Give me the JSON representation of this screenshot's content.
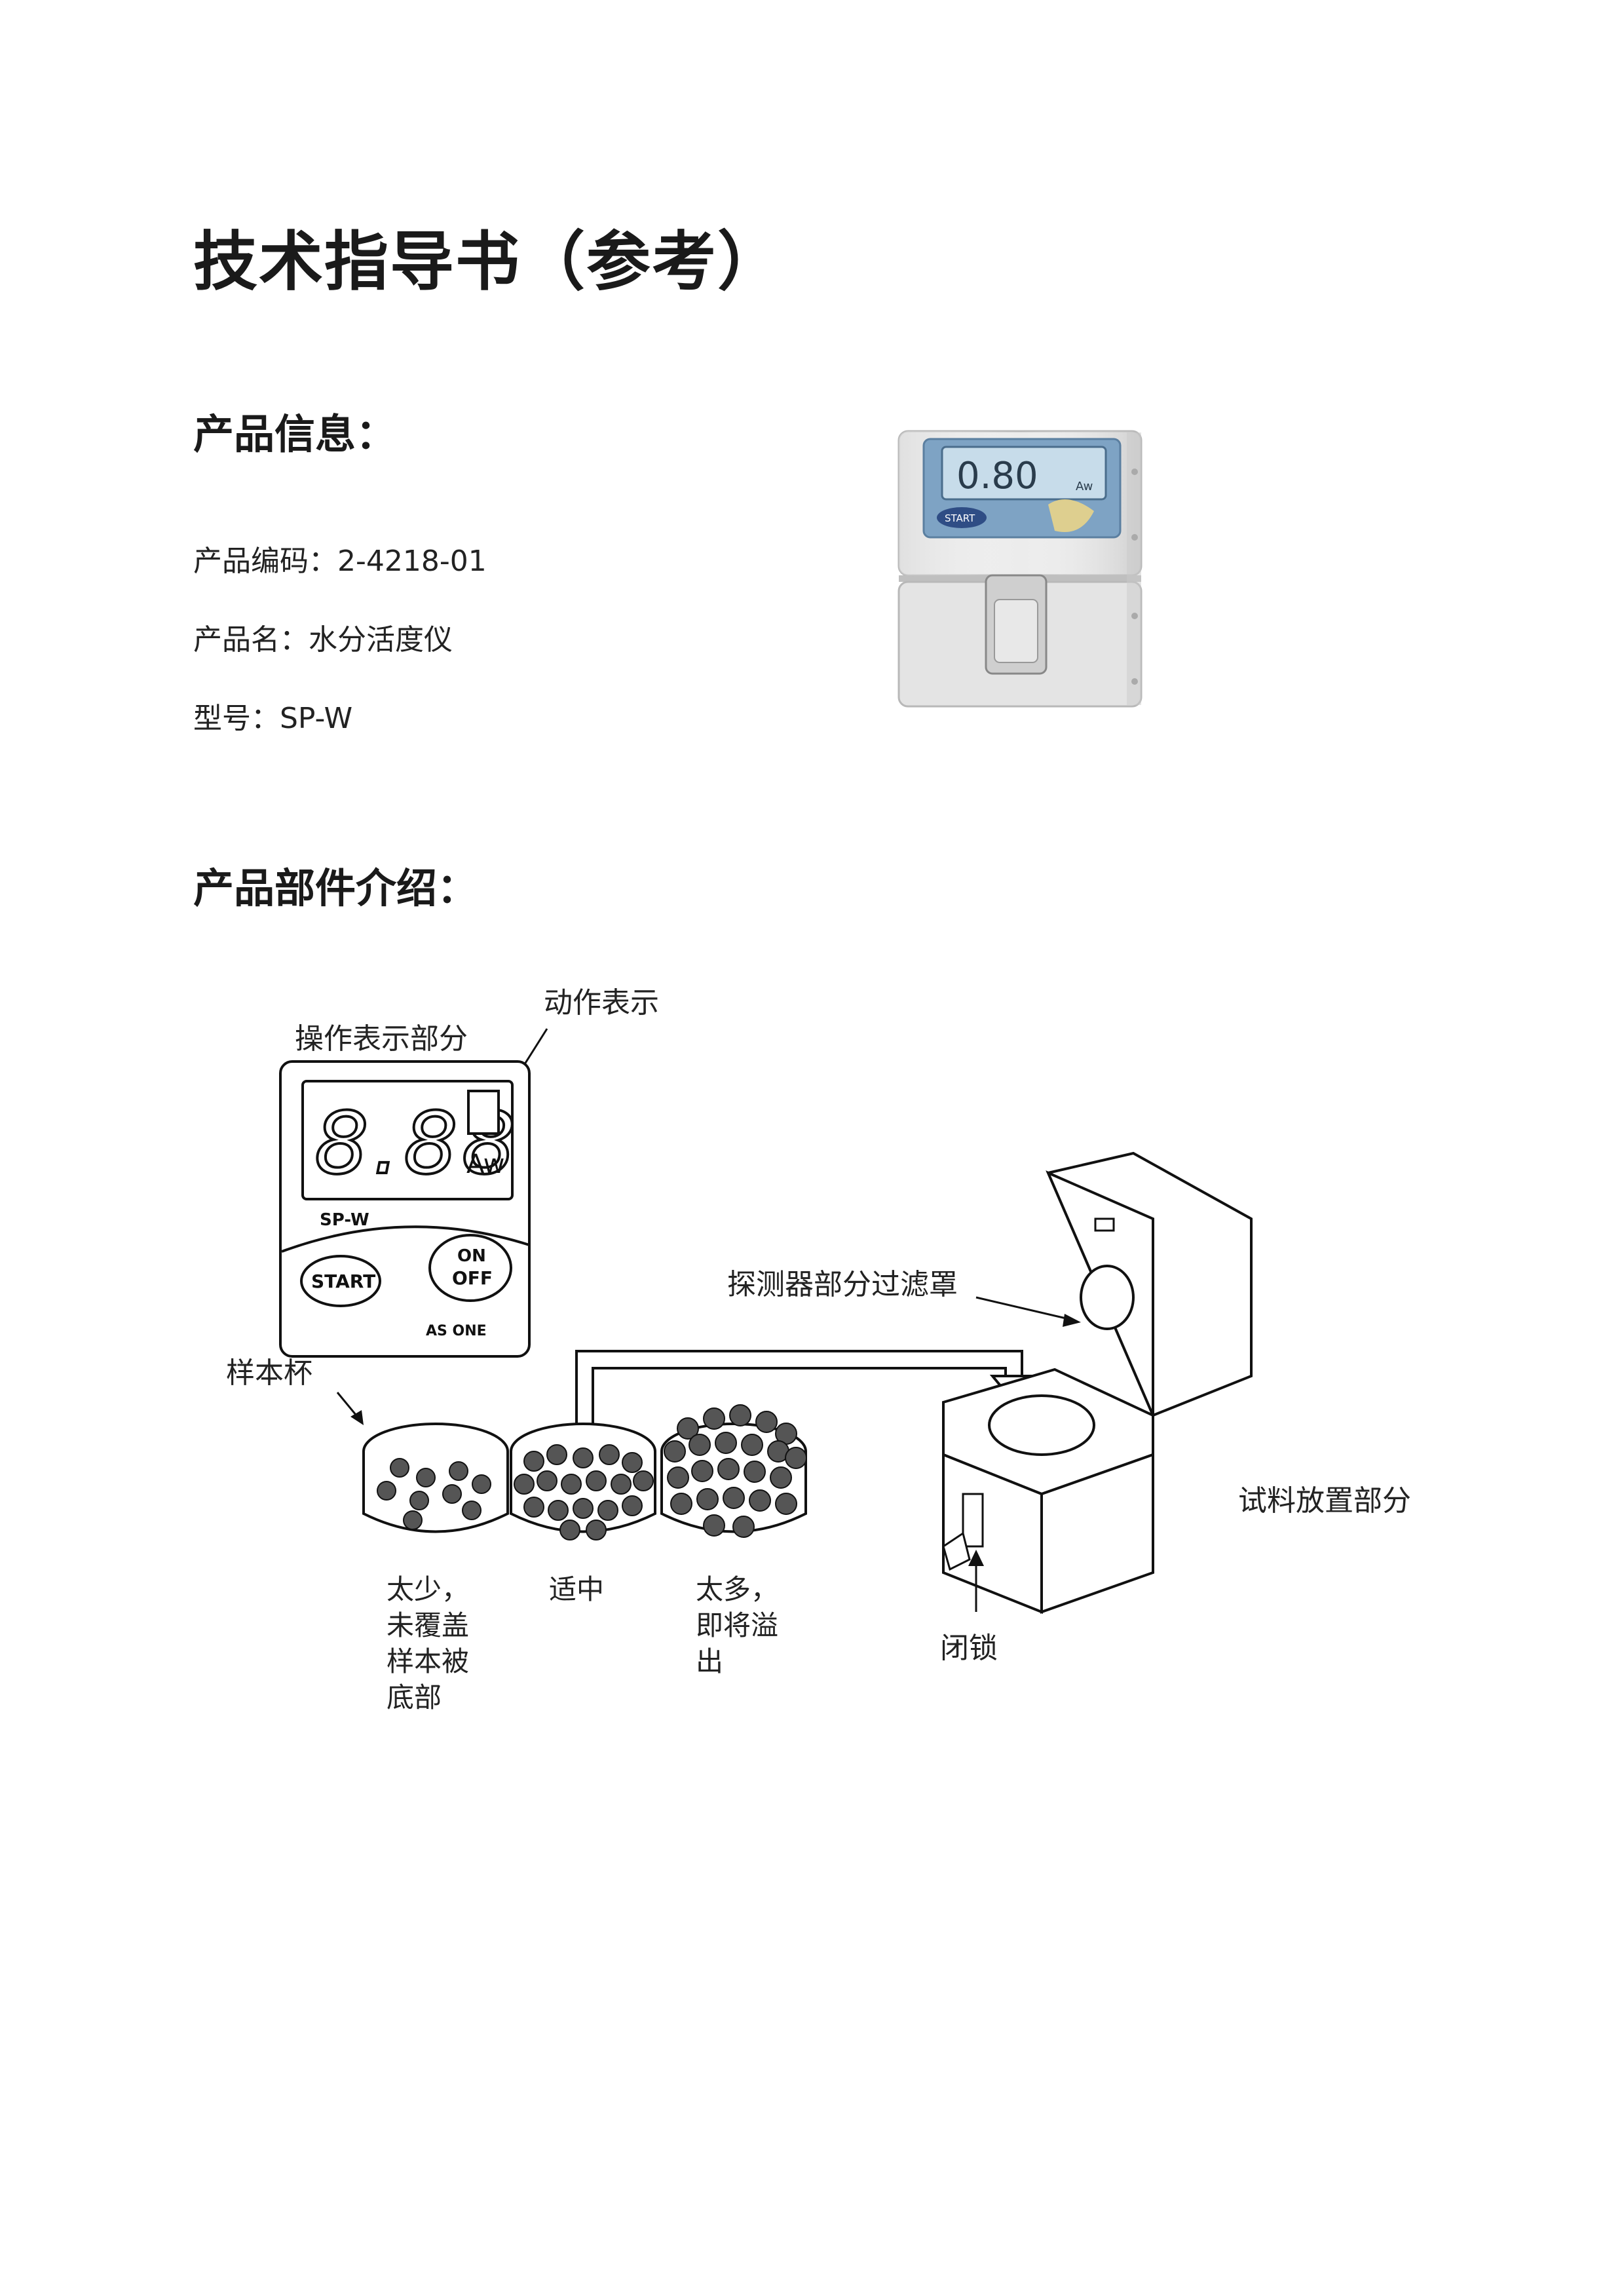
{
  "doc": {
    "title": "技术指导书（参考）",
    "section_product_info": "产品信息：",
    "product_code": "产品编码：2-4218-01",
    "product_name": "产品名：水分活度仪",
    "model": "型号：SP-W",
    "section_parts": "产品部件介绍："
  },
  "photo": {
    "display_reading": "0.80",
    "display_unit": "Aw",
    "button_label": "START"
  },
  "diagram": {
    "label_operation_panel": "操作表示部分",
    "label_status_indicator": "动作表示",
    "display_digits": "8.88",
    "display_unit": "Aw",
    "model_text": "SP-W",
    "start_button": "START",
    "onoff_button_on": "ON",
    "onoff_button_off": "OFF",
    "brand": "AS ONE",
    "label_sample_cup": "样本杯",
    "label_probe_filter": "探测器部分过滤罩",
    "label_sample_area": "试料放置部分",
    "label_lock": "闭锁",
    "caption_too_little": [
      "太少，",
      "未覆盖",
      "样本被",
      "底部"
    ],
    "caption_just_right": [
      "适中"
    ],
    "caption_too_much": [
      "太多，",
      "即将溢",
      "出"
    ]
  },
  "colors": {
    "text": "#1a1a1a",
    "device_body": "#e6e6e6",
    "lcd": "#a9c7d8"
  }
}
